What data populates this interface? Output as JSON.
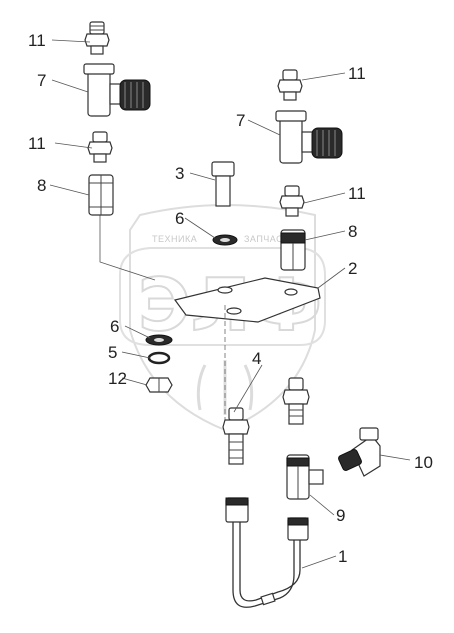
{
  "watermark": {
    "left_text": "ТЕХНИКА",
    "right_text": "ЗАПЧАСТИ",
    "logo_text": "ЭЛФ"
  },
  "callouts": [
    {
      "id": "c11a",
      "label": "11"
    },
    {
      "id": "c7a",
      "label": "7"
    },
    {
      "id": "c11b",
      "label": "11"
    },
    {
      "id": "c8a",
      "label": "8"
    },
    {
      "id": "c11c",
      "label": "11"
    },
    {
      "id": "c7b",
      "label": "7"
    },
    {
      "id": "c3",
      "label": "3"
    },
    {
      "id": "c11d",
      "label": "11"
    },
    {
      "id": "c6a",
      "label": "6"
    },
    {
      "id": "c8b",
      "label": "8"
    },
    {
      "id": "c2",
      "label": "2"
    },
    {
      "id": "c6b",
      "label": "6"
    },
    {
      "id": "c5",
      "label": "5"
    },
    {
      "id": "c12",
      "label": "12"
    },
    {
      "id": "c4",
      "label": "4"
    },
    {
      "id": "c10",
      "label": "10"
    },
    {
      "id": "c9",
      "label": "9"
    },
    {
      "id": "c1",
      "label": "1"
    }
  ]
}
